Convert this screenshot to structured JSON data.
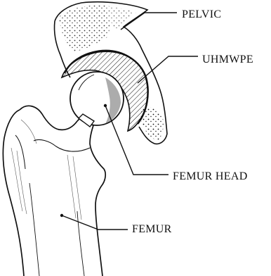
{
  "labels": {
    "pelvic": "PELVIC",
    "uhmwpe": "UHMWPE",
    "femur_head": "FEMUR HEAD",
    "femur": "FEMUR"
  },
  "colors": {
    "ink": "#111111",
    "background": "#ffffff"
  }
}
